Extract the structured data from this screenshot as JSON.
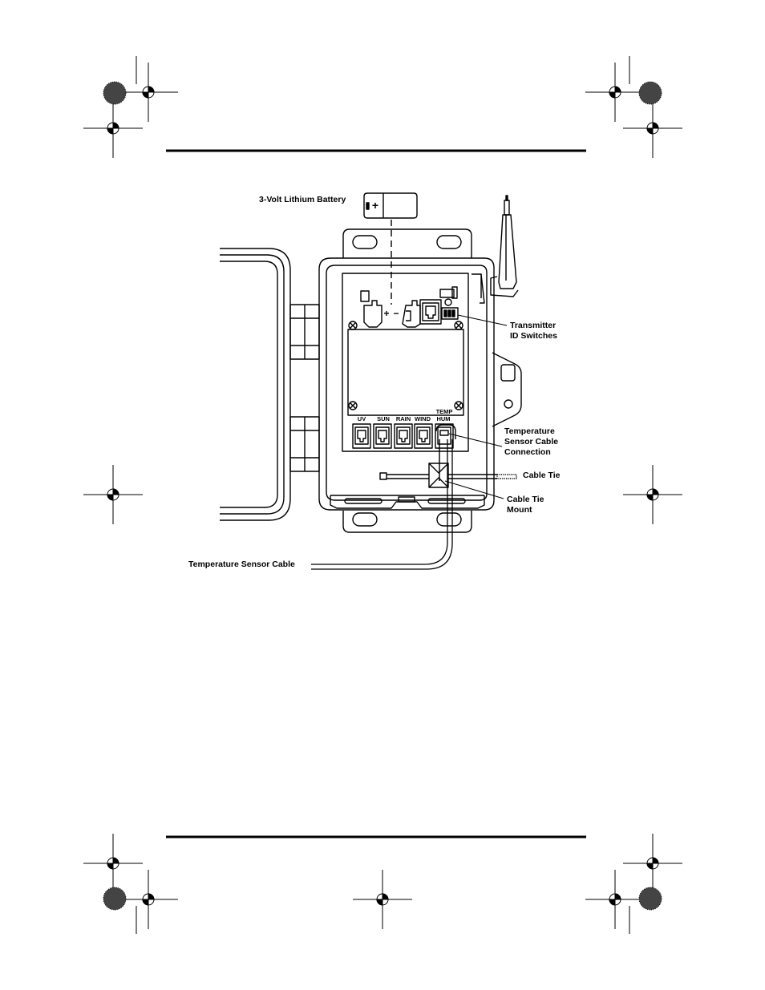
{
  "labels": {
    "battery": "3-Volt Lithium Battery",
    "transmitter_line1": "Transmitter",
    "transmitter_line2": "ID Switches",
    "temp_conn_line1": "Temperature",
    "temp_conn_line2": "Sensor Cable",
    "temp_conn_line3": "Connection",
    "cable_tie": "Cable Tie",
    "mount_line1": "Cable Tie",
    "mount_line2": "Mount",
    "sensor_cable": "Temperature Sensor Cable"
  },
  "board": {
    "plus": "+",
    "minus": "−",
    "battery_plus": "+",
    "ports": [
      "UV",
      "SUN",
      "RAIN",
      "WIND",
      "HUM"
    ],
    "temp": "TEMP"
  },
  "colors": {
    "ink": "#000000",
    "paper": "#ffffff",
    "reg_dark": "#444444"
  }
}
